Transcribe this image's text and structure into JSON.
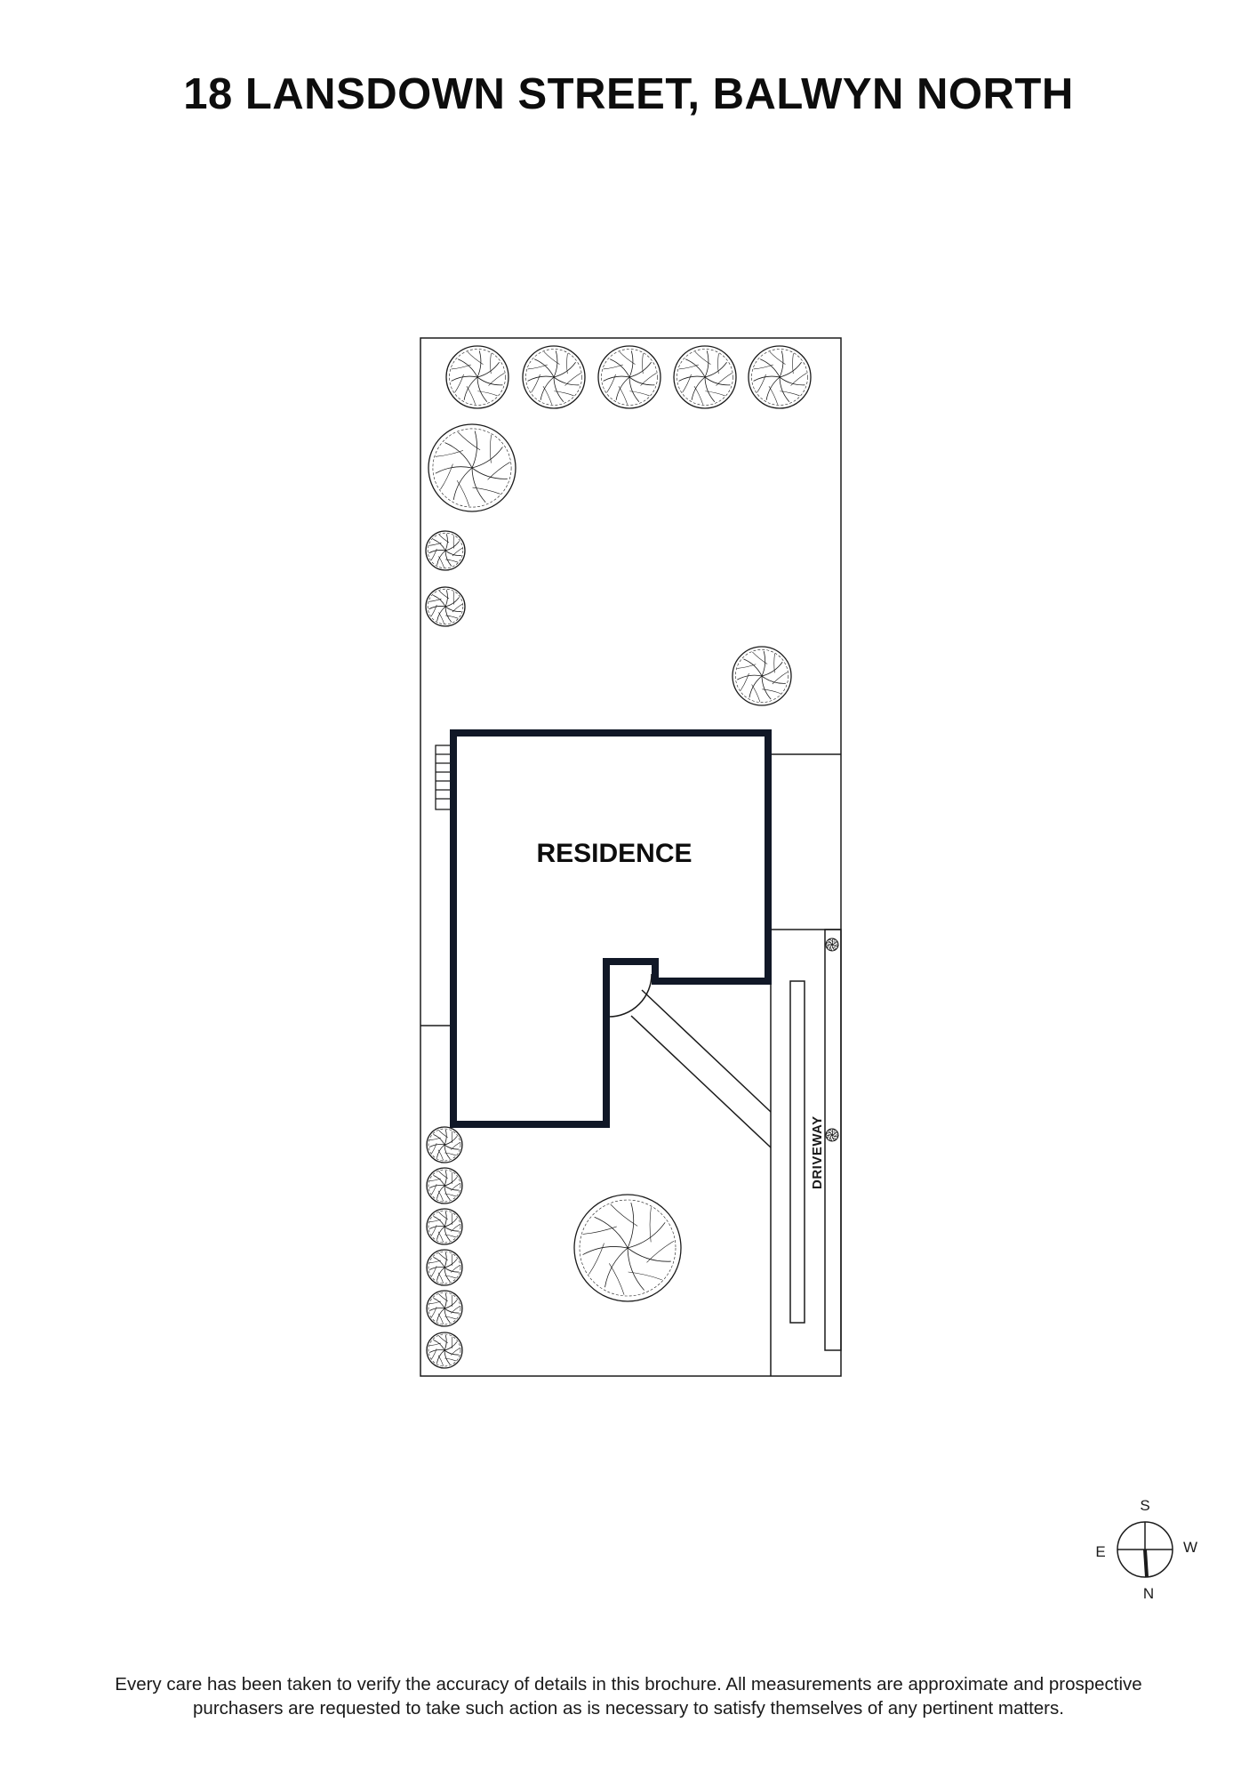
{
  "header": {
    "title": "18 LANSDOWN STREET, BALWYN NORTH"
  },
  "plan": {
    "residence_label": "RESIDENCE",
    "driveway_label": "DRIVEWAY",
    "colors": {
      "line": "#1b1b1b",
      "wall": "#111827",
      "background": "#ffffff"
    }
  },
  "compass": {
    "south": "S",
    "north": "N",
    "east": "E",
    "west": "W"
  },
  "footer": {
    "disclaimer_line1": "Every care has been taken to verify the accuracy of details in this brochure. All measurements are approximate and prospective",
    "disclaimer_line2": "purchasers are requested to take such action as is necessary to satisfy themselves of any pertinent matters."
  }
}
